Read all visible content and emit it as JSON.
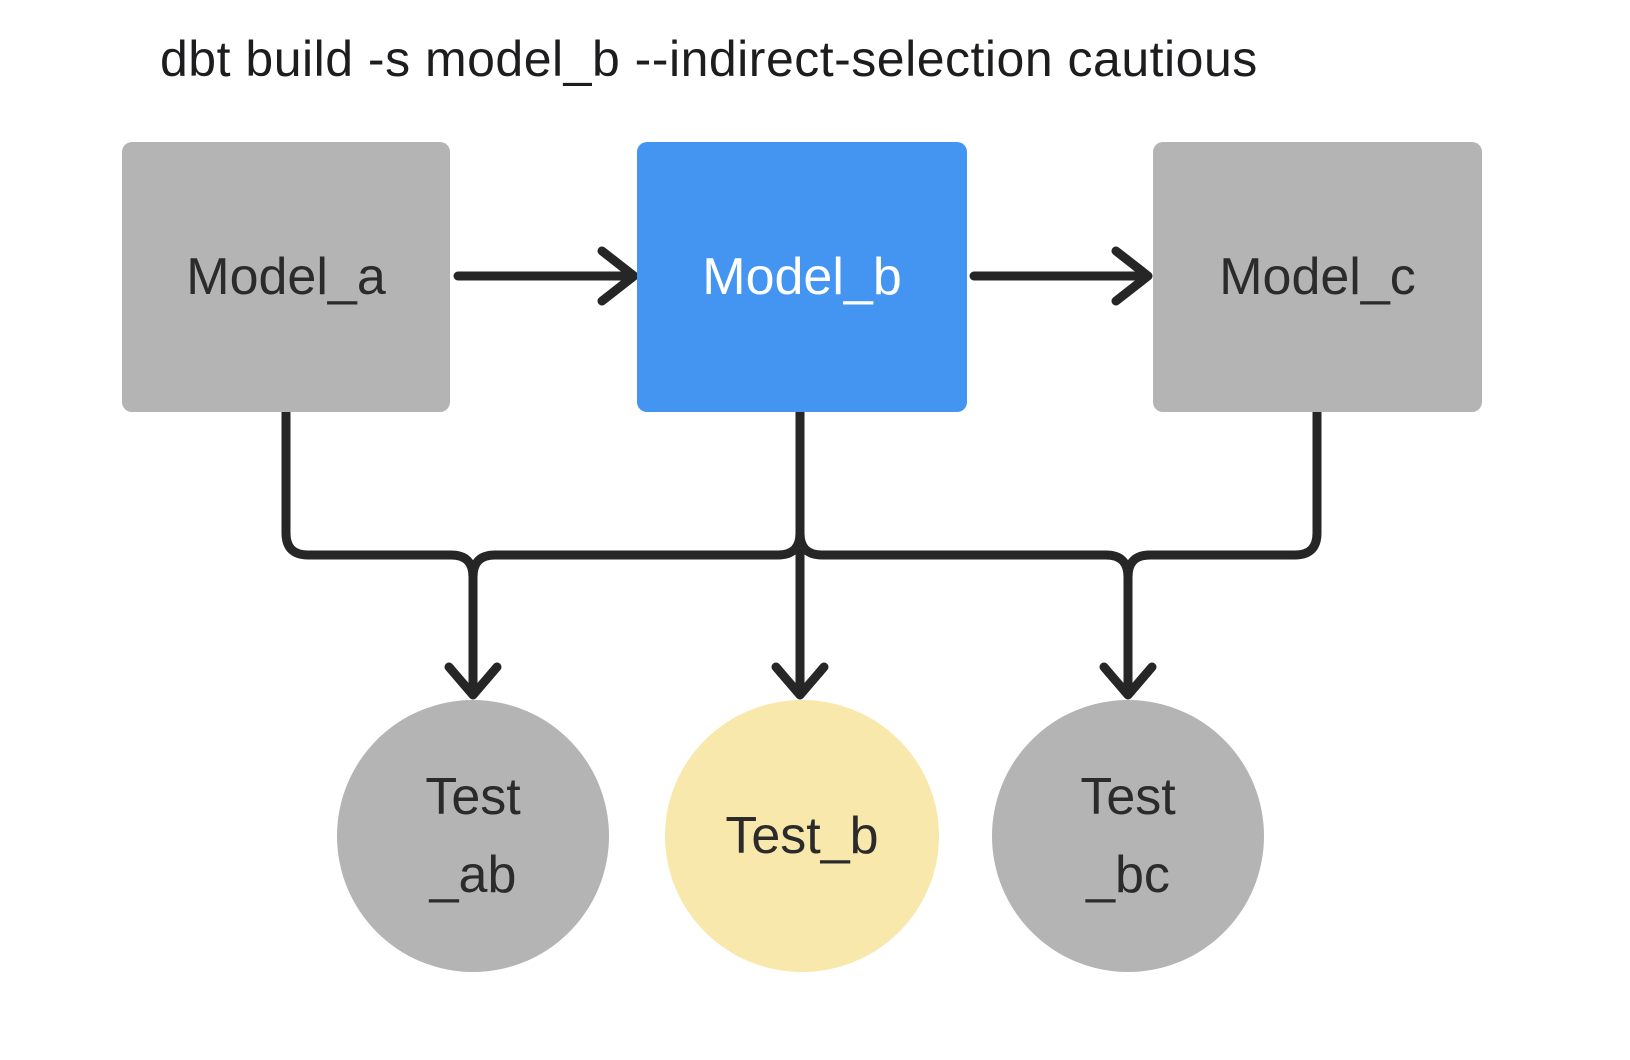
{
  "title": "dbt build -s model_b --indirect-selection cautious",
  "diagram": {
    "models": [
      {
        "id": "model_a",
        "label": "Model_a",
        "state": "unselected"
      },
      {
        "id": "model_b",
        "label": "Model_b",
        "state": "selected"
      },
      {
        "id": "model_c",
        "label": "Model_c",
        "state": "unselected"
      }
    ],
    "tests": [
      {
        "id": "test_ab",
        "line1": "Test",
        "line2": "_ab",
        "state": "unselected"
      },
      {
        "id": "test_b",
        "line1": "Test_b",
        "line2": "",
        "state": "selected"
      },
      {
        "id": "test_bc",
        "line1": "Test",
        "line2": "_bc",
        "state": "unselected"
      }
    ],
    "edges": [
      {
        "from": "Model_a",
        "to": "Model_b"
      },
      {
        "from": "Model_b",
        "to": "Model_c"
      },
      {
        "from": "Model_a",
        "to": "Test_ab"
      },
      {
        "from": "Model_b",
        "to": "Test_ab"
      },
      {
        "from": "Model_b",
        "to": "Test_b"
      },
      {
        "from": "Model_b",
        "to": "Test_bc"
      },
      {
        "from": "Model_c",
        "to": "Test_bc"
      }
    ]
  },
  "colors": {
    "background": "#ffffff",
    "node_gray": "#b4b4b4",
    "node_selected_blue": "#4495f2",
    "test_selected_yellow": "#f9e8ab",
    "line": "#262626",
    "text_dark": "#2b2b2b",
    "text_on_blue": "#ffffff"
  }
}
